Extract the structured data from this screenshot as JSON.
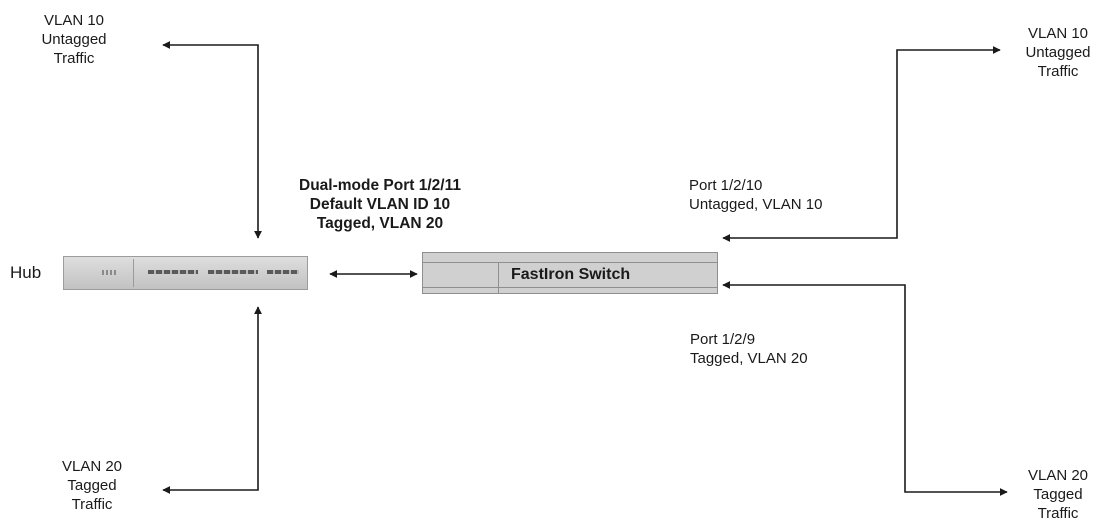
{
  "devices": {
    "hub_label": "Hub",
    "switch_label": "FastIron Switch"
  },
  "hub_port": {
    "line1": "Dual-mode Port 1/2/11",
    "line2": "Default VLAN ID 10",
    "line3": "Tagged, VLAN 20"
  },
  "port_10": {
    "line1": "Port 1/2/10",
    "line2": "Untagged, VLAN 10"
  },
  "port_9": {
    "line1": "Port 1/2/9",
    "line2": "Tagged, VLAN 20"
  },
  "traffic": {
    "top_left": [
      "VLAN 10",
      "Untagged",
      "Traffic"
    ],
    "bottom_left": [
      "VLAN 20",
      "Tagged",
      "Traffic"
    ],
    "top_right": [
      "VLAN 10",
      "Untagged",
      "Traffic"
    ],
    "bottom_right": [
      "VLAN 20",
      "Tagged",
      "Traffic"
    ]
  },
  "colors": {
    "line": "#1a1a1a",
    "device_fill": "#d0d0d0"
  }
}
